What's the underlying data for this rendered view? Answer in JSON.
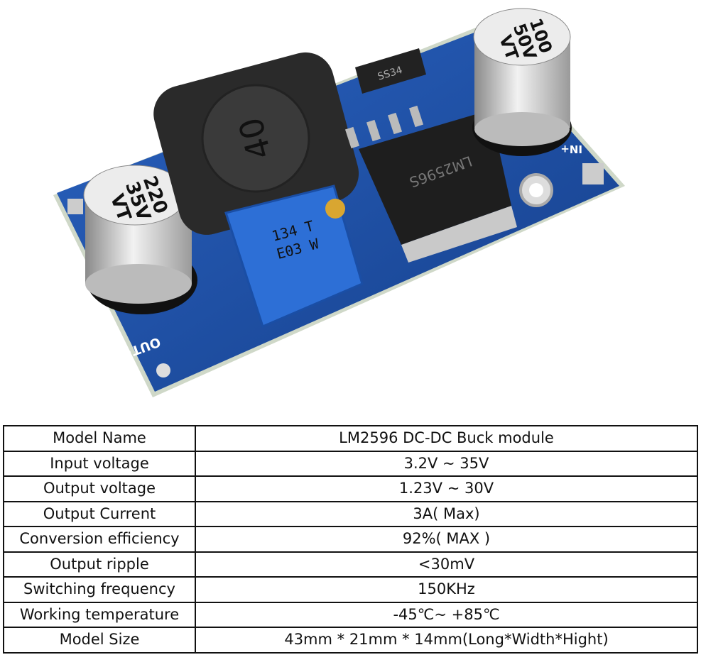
{
  "photo": {
    "board_color": "#1b4fa8",
    "labels": {
      "cap_left": [
        "220",
        "35V",
        "VT"
      ],
      "cap_right": [
        "100",
        "50V",
        "VT"
      ],
      "diode": "SS34",
      "trimmer": [
        "134 T",
        "E03 W"
      ],
      "chip": "LM2596S",
      "out_plus": "OUT+",
      "in_plus": "IN+"
    }
  },
  "specs": [
    {
      "label": "Model Name",
      "value": "LM2596 DC-DC Buck module"
    },
    {
      "label": "Input voltage",
      "value": "3.2V ~ 35V"
    },
    {
      "label": "Output voltage",
      "value": "1.23V ~ 30V"
    },
    {
      "label": "Output Current",
      "value": "3A( Max)"
    },
    {
      "label": "Conversion efficiency",
      "value": "92%( MAX )"
    },
    {
      "label": "Output ripple",
      "value": "<30mV"
    },
    {
      "label": "Switching frequency",
      "value": "150KHz"
    },
    {
      "label": "Working temperature",
      "value": "-45℃~ +85℃"
    },
    {
      "label": "Model Size",
      "value": "43mm * 21mm * 14mm(Long*Width*Hight)"
    }
  ]
}
